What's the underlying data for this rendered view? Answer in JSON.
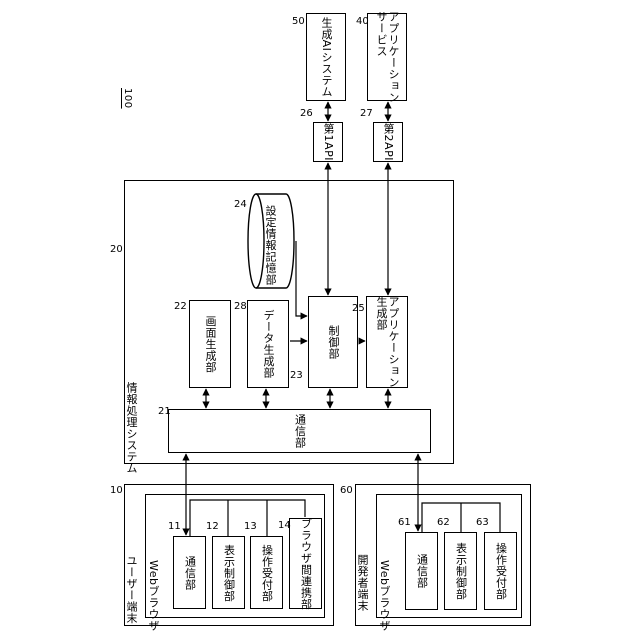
{
  "figure_number": "100",
  "user_terminal": {
    "ref": "10",
    "title": "ユーザー端末",
    "browser": "Webブラウザ",
    "units": [
      {
        "ref": "11",
        "label": "通信部"
      },
      {
        "ref": "12",
        "label": "表示制御部"
      },
      {
        "ref": "13",
        "label": "操作受付部"
      },
      {
        "ref": "14",
        "label": "ブラウザ間連携部"
      }
    ]
  },
  "developer_terminal": {
    "ref": "60",
    "title": "開発者端末",
    "browser": "Webブラウザ",
    "units": [
      {
        "ref": "61",
        "label": "通信部"
      },
      {
        "ref": "62",
        "label": "表示制御部"
      },
      {
        "ref": "63",
        "label": "操作受付部"
      }
    ]
  },
  "system": {
    "ref": "20",
    "title": "情報処理システム",
    "comm": {
      "ref": "21",
      "label": "通信部"
    },
    "screen_gen": {
      "ref": "22",
      "label": "画面生成部"
    },
    "data_gen": {
      "ref": "28",
      "label": "データ生成部"
    },
    "control": {
      "ref": "23",
      "label": "制御部"
    },
    "app_gen": {
      "ref": "25",
      "label": "アプリケーション\n生成部"
    },
    "storage": {
      "ref": "24",
      "label": "設定情報記憶部"
    }
  },
  "api1": {
    "ref": "26",
    "label": "第1API"
  },
  "api2": {
    "ref": "27",
    "label": "第2API"
  },
  "ai_system": {
    "ref": "50",
    "label": "生成AIシステム"
  },
  "app_service": {
    "ref": "40",
    "label": "アプリケーション\nサービス"
  }
}
